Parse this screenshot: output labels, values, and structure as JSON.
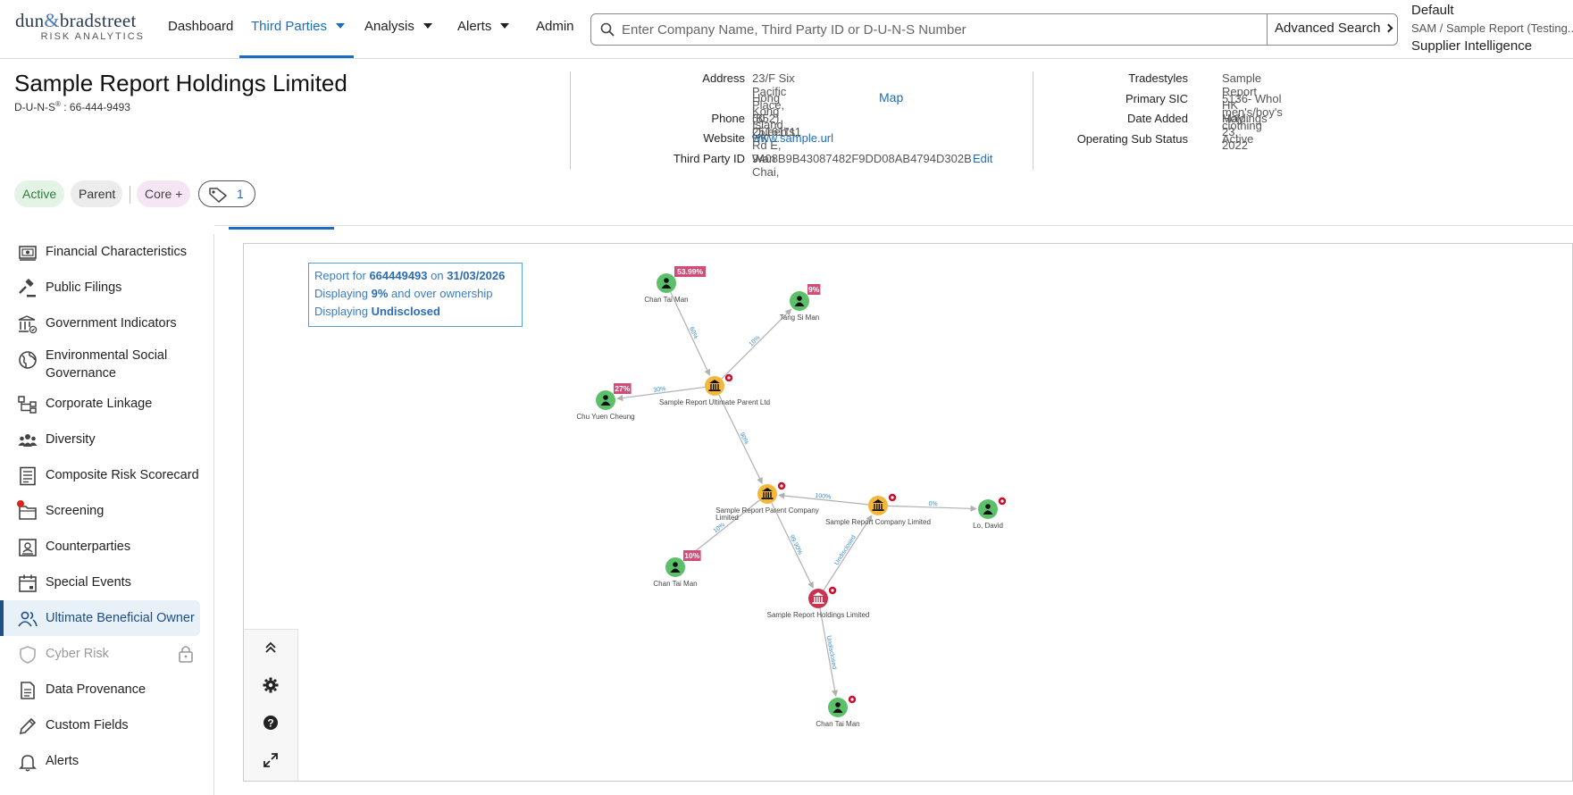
{
  "brand": {
    "name_part1": "dun",
    "name_amp": "&",
    "name_part2": "bradstreet",
    "subtitle": "RISK ANALYTICS"
  },
  "nav": {
    "items": [
      {
        "label": "Dashboard"
      },
      {
        "label": "Third Parties"
      },
      {
        "label": "Analysis"
      },
      {
        "label": "Alerts"
      },
      {
        "label": "Admin"
      }
    ],
    "active": "Third Parties"
  },
  "search": {
    "placeholder": "Enter Company Name, Third Party ID or D-U-N-S Number",
    "advanced_label": "Advanced Search"
  },
  "user": {
    "line1": "Default",
    "line2": "SAM / Sample Report (Testing...",
    "line3": "Supplier Intelligence"
  },
  "company": {
    "name": "Sample Report Holdings Limited",
    "duns_label": "D-U-N-S",
    "duns_value": ": 66-444-9493",
    "address_label": "Address",
    "address_line1": "23/F Six Pacific Place, 50 Queen's Rd E, Wan Chai,",
    "address_line2": "Hong Kong Island, HK",
    "map_link": "Map",
    "phone_label": "Phone",
    "phone": "(852) 25161111",
    "website_label": "Website",
    "website": "www.sample.url",
    "tpid_label": "Third Party ID",
    "tpid": "9408B9B43087482F9DD08AB4794D302B",
    "edit_link": "Edit",
    "tradestyles_label": "Tradestyles",
    "tradestyles": "Sample Report HK Holdings",
    "sic_label": "Primary SIC",
    "sic": "5136- Whol men's/boy's clothing",
    "date_added_label": "Date Added",
    "date_added": "May 23, 2022",
    "op_status_label": "Operating Sub Status",
    "op_status": "Active"
  },
  "badges": {
    "active": "Active",
    "parent": "Parent",
    "core": "Core +",
    "tag_count": "1"
  },
  "sidebar": {
    "items": [
      {
        "label": "Financial Characteristics",
        "icon": "financial-icon"
      },
      {
        "label": "Public Filings",
        "icon": "gavel-icon"
      },
      {
        "label": "Government Indicators",
        "icon": "government-icon"
      },
      {
        "label": "Environmental Social Governance",
        "icon": "globe-icon"
      },
      {
        "label": "Corporate Linkage",
        "icon": "hierarchy-icon"
      },
      {
        "label": "Diversity",
        "icon": "people-icon"
      },
      {
        "label": "Composite Risk Scorecard",
        "icon": "scorecard-icon"
      },
      {
        "label": "Screening",
        "icon": "folder-icon"
      },
      {
        "label": "Counterparties",
        "icon": "id-card-icon"
      },
      {
        "label": "Special Events",
        "icon": "calendar-icon"
      },
      {
        "label": "Ultimate Beneficial Owner",
        "icon": "ubo-icon"
      },
      {
        "label": "Cyber Risk",
        "icon": "shield-icon"
      },
      {
        "label": "Data Provenance",
        "icon": "document-icon"
      },
      {
        "label": "Custom Fields",
        "icon": "pencil-icon"
      },
      {
        "label": "Alerts",
        "icon": "bell-icon"
      }
    ],
    "active": "Ultimate Beneficial Owner"
  },
  "report": {
    "line1_prefix": "Report for",
    "duns": "664449493",
    "line1_mid": "on",
    "date": "31/03/2026",
    "line2_prefix": "Displaying",
    "threshold": "9%",
    "line2_suffix": "and over ownership",
    "line3_prefix": "Displaying",
    "undisclosed": "Undisclosed"
  },
  "graph": {
    "nodes": [
      {
        "id": "ctm1",
        "label": "Chan Tai Man",
        "type": "person",
        "pct": "53.99%"
      },
      {
        "id": "tsm",
        "label": "Tang Si Man",
        "type": "person",
        "pct": "9%"
      },
      {
        "id": "cyc",
        "label": "Chu Yuen Cheung",
        "type": "person",
        "pct": "27%"
      },
      {
        "id": "upl",
        "label": "Sample Report Ultimate Parent Ltd",
        "type": "company"
      },
      {
        "id": "spc",
        "label_line1": "Sample Report Parent Company",
        "label_line2": "Limited",
        "type": "company"
      },
      {
        "id": "scl",
        "label": "Sample Report Company Limited",
        "type": "company"
      },
      {
        "id": "ld",
        "label": "Lo, David",
        "type": "person"
      },
      {
        "id": "ctm2",
        "label": "Chan Tai Man",
        "type": "person",
        "pct": "10%"
      },
      {
        "id": "srh",
        "label": "Sample Report Holdings Limited",
        "type": "subject"
      },
      {
        "id": "ctm3",
        "label": "Chan Tai Man",
        "type": "person"
      }
    ],
    "edges": [
      {
        "from": "ctm1",
        "to": "upl",
        "label": "60%"
      },
      {
        "from": "upl",
        "to": "tsm",
        "label": "10%"
      },
      {
        "from": "upl",
        "to": "cyc",
        "label": "30%"
      },
      {
        "from": "upl",
        "to": "spc",
        "label": "90%"
      },
      {
        "from": "scl",
        "to": "spc",
        "label": "100%"
      },
      {
        "from": "scl",
        "to": "ld",
        "label": "0%"
      },
      {
        "from": "spc",
        "to": "ctm2",
        "label": "10%"
      },
      {
        "from": "spc",
        "to": "srh",
        "label": "99.90%"
      },
      {
        "from": "srh",
        "to": "scl",
        "label": "Undisclosed"
      },
      {
        "from": "srh",
        "to": "ctm3",
        "label": "Undisclosed"
      }
    ],
    "colors": {
      "person": "#5cbf6a",
      "company": "#f4b73c",
      "subject": "#c8344f",
      "tag": "#d14c78",
      "edge": "#b0b0b0",
      "edge_label": "#3a8cc8"
    }
  },
  "tools": [
    "collapse-icon",
    "settings-icon",
    "help-icon",
    "expand-icon"
  ]
}
